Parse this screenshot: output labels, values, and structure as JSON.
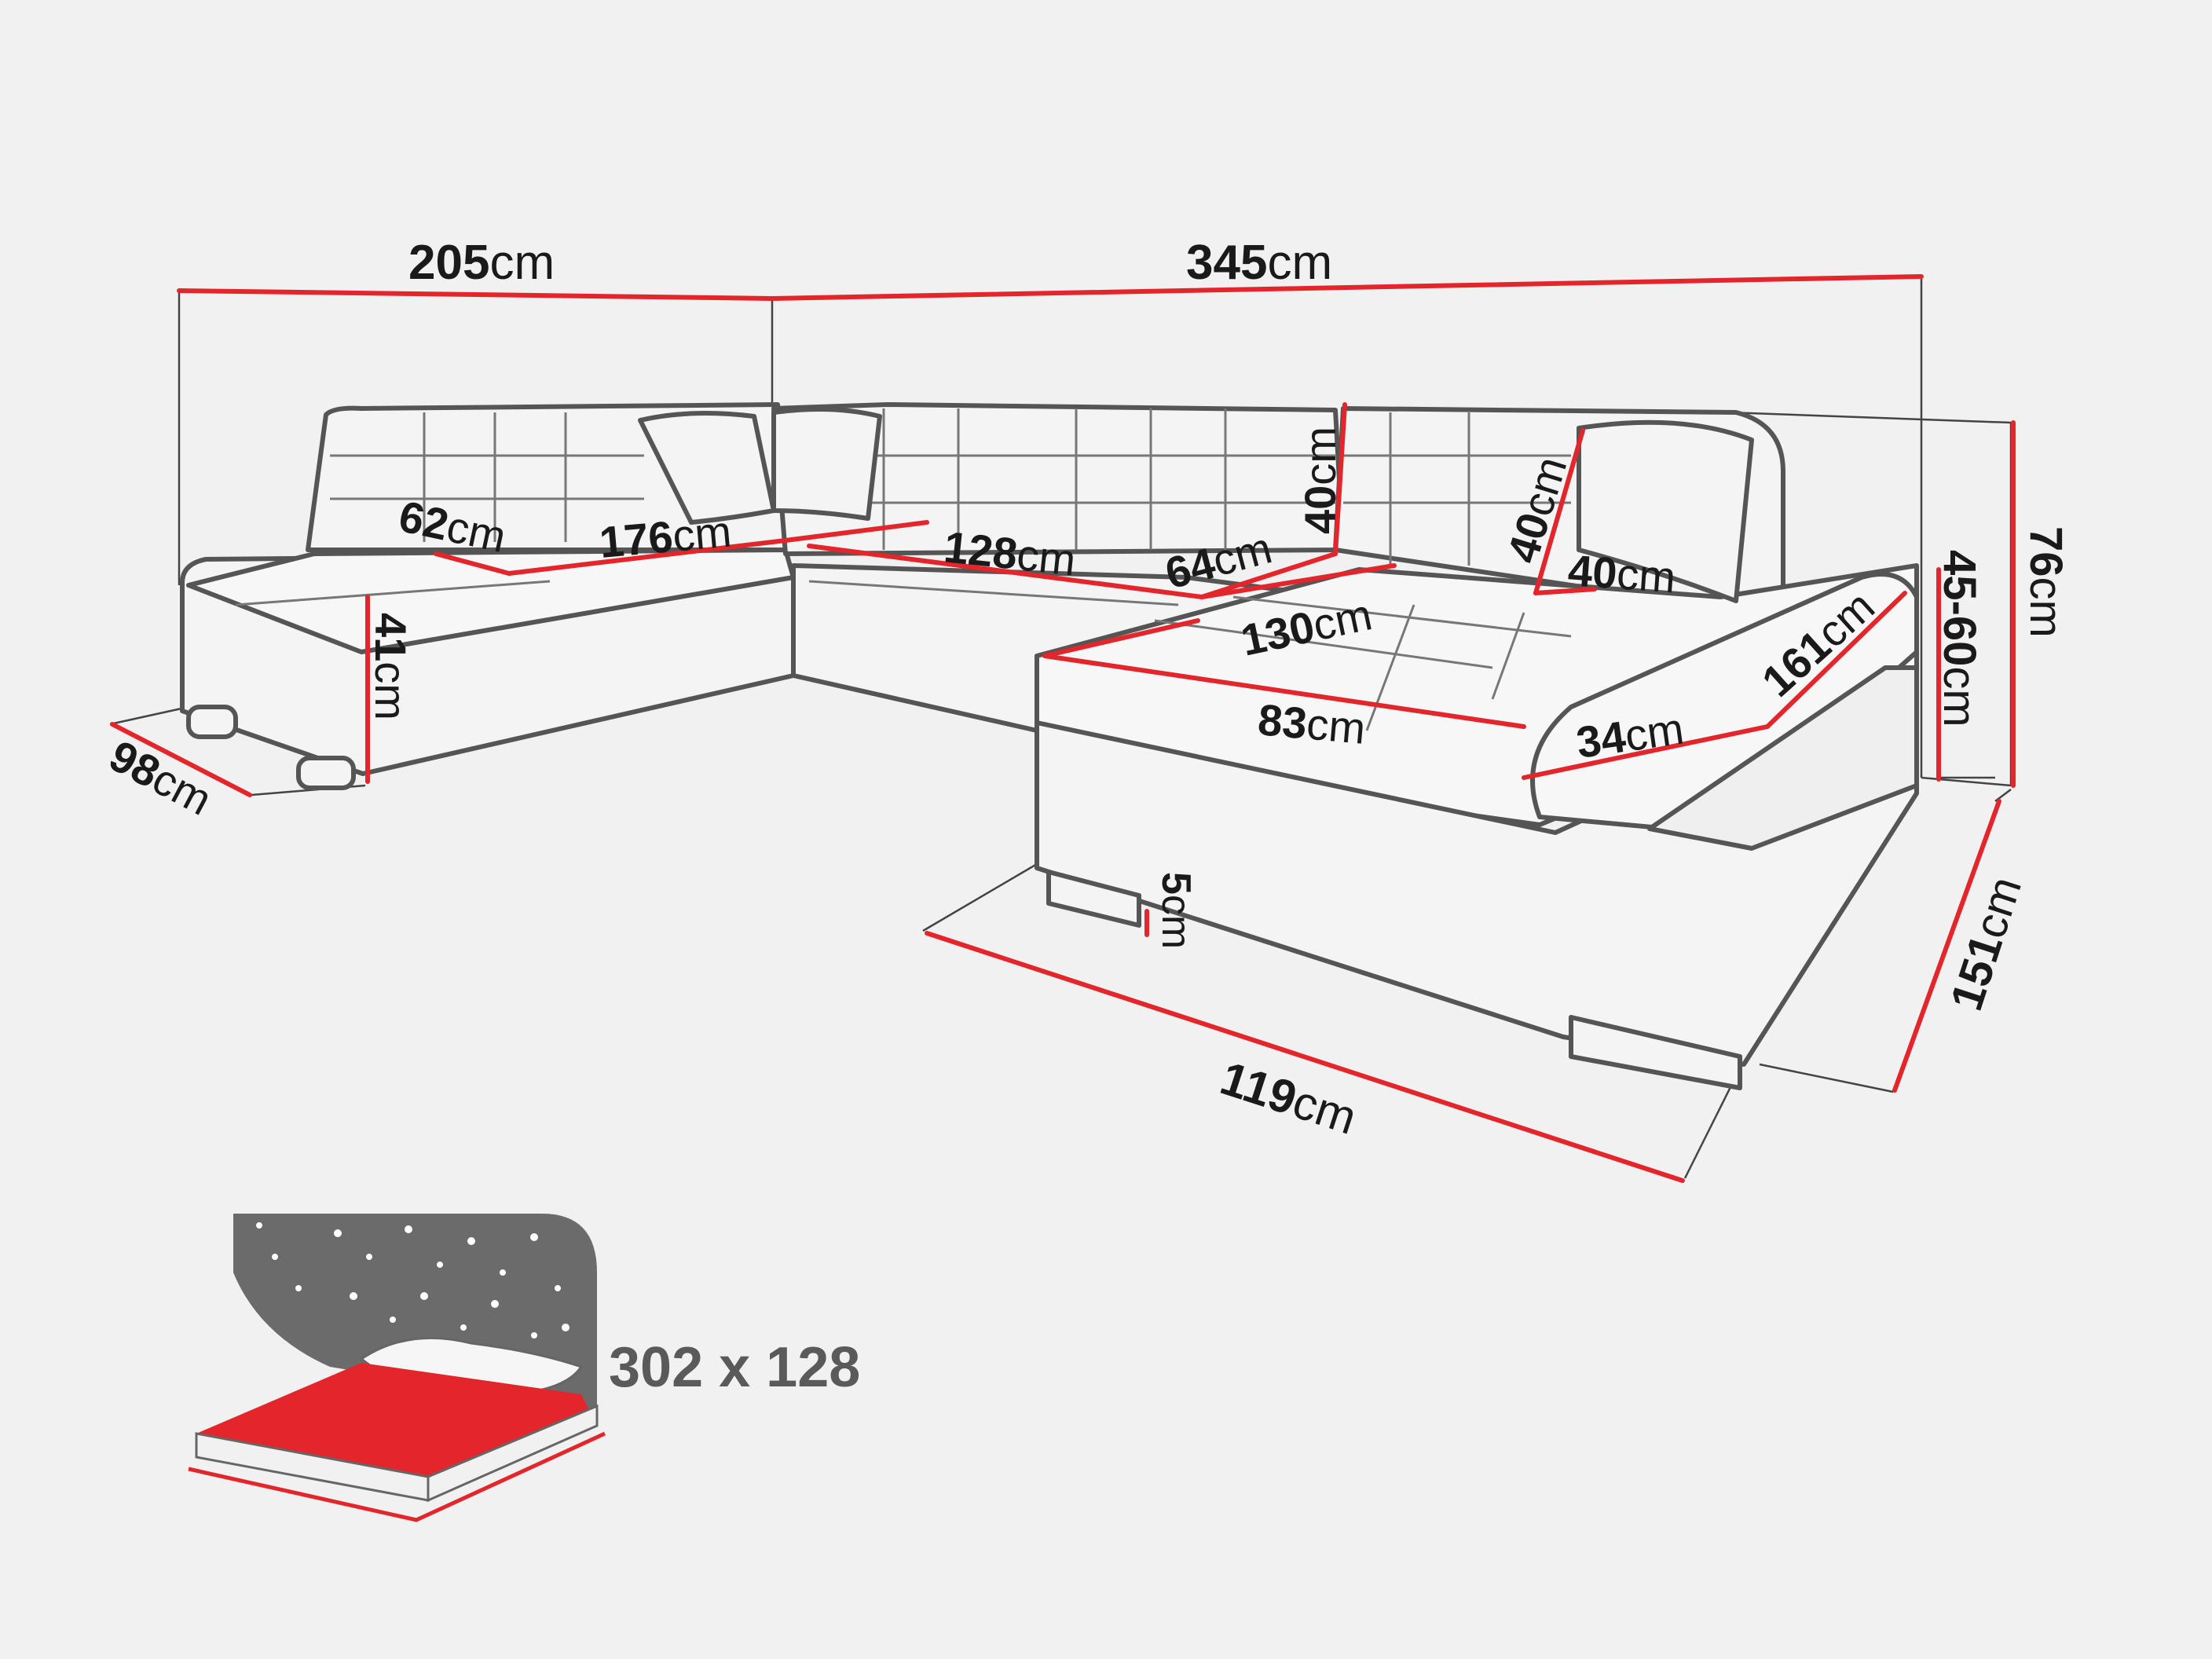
{
  "diagram": {
    "unit": "cm",
    "colors": {
      "measure_red": "#e3262b",
      "outline": "#555555",
      "guide": "#444444",
      "background": "#f1f1f1",
      "bed_grey": "#6b6b6b"
    },
    "dimensions": {
      "d205": "205",
      "d345": "345",
      "d62": "62",
      "d176": "176",
      "d128": "128",
      "d64": "64",
      "d40a": "40",
      "d40b": "40",
      "d40c": "40",
      "d130": "130",
      "d83": "83",
      "d34": "34",
      "d161": "161",
      "d41": "41",
      "d98": "98",
      "d5": "5",
      "d119": "119",
      "d151": "151",
      "d4560": "45-60",
      "d76": "76"
    },
    "bed_function": {
      "size": "302 x 128",
      "icon": "bed-stars-icon"
    }
  }
}
